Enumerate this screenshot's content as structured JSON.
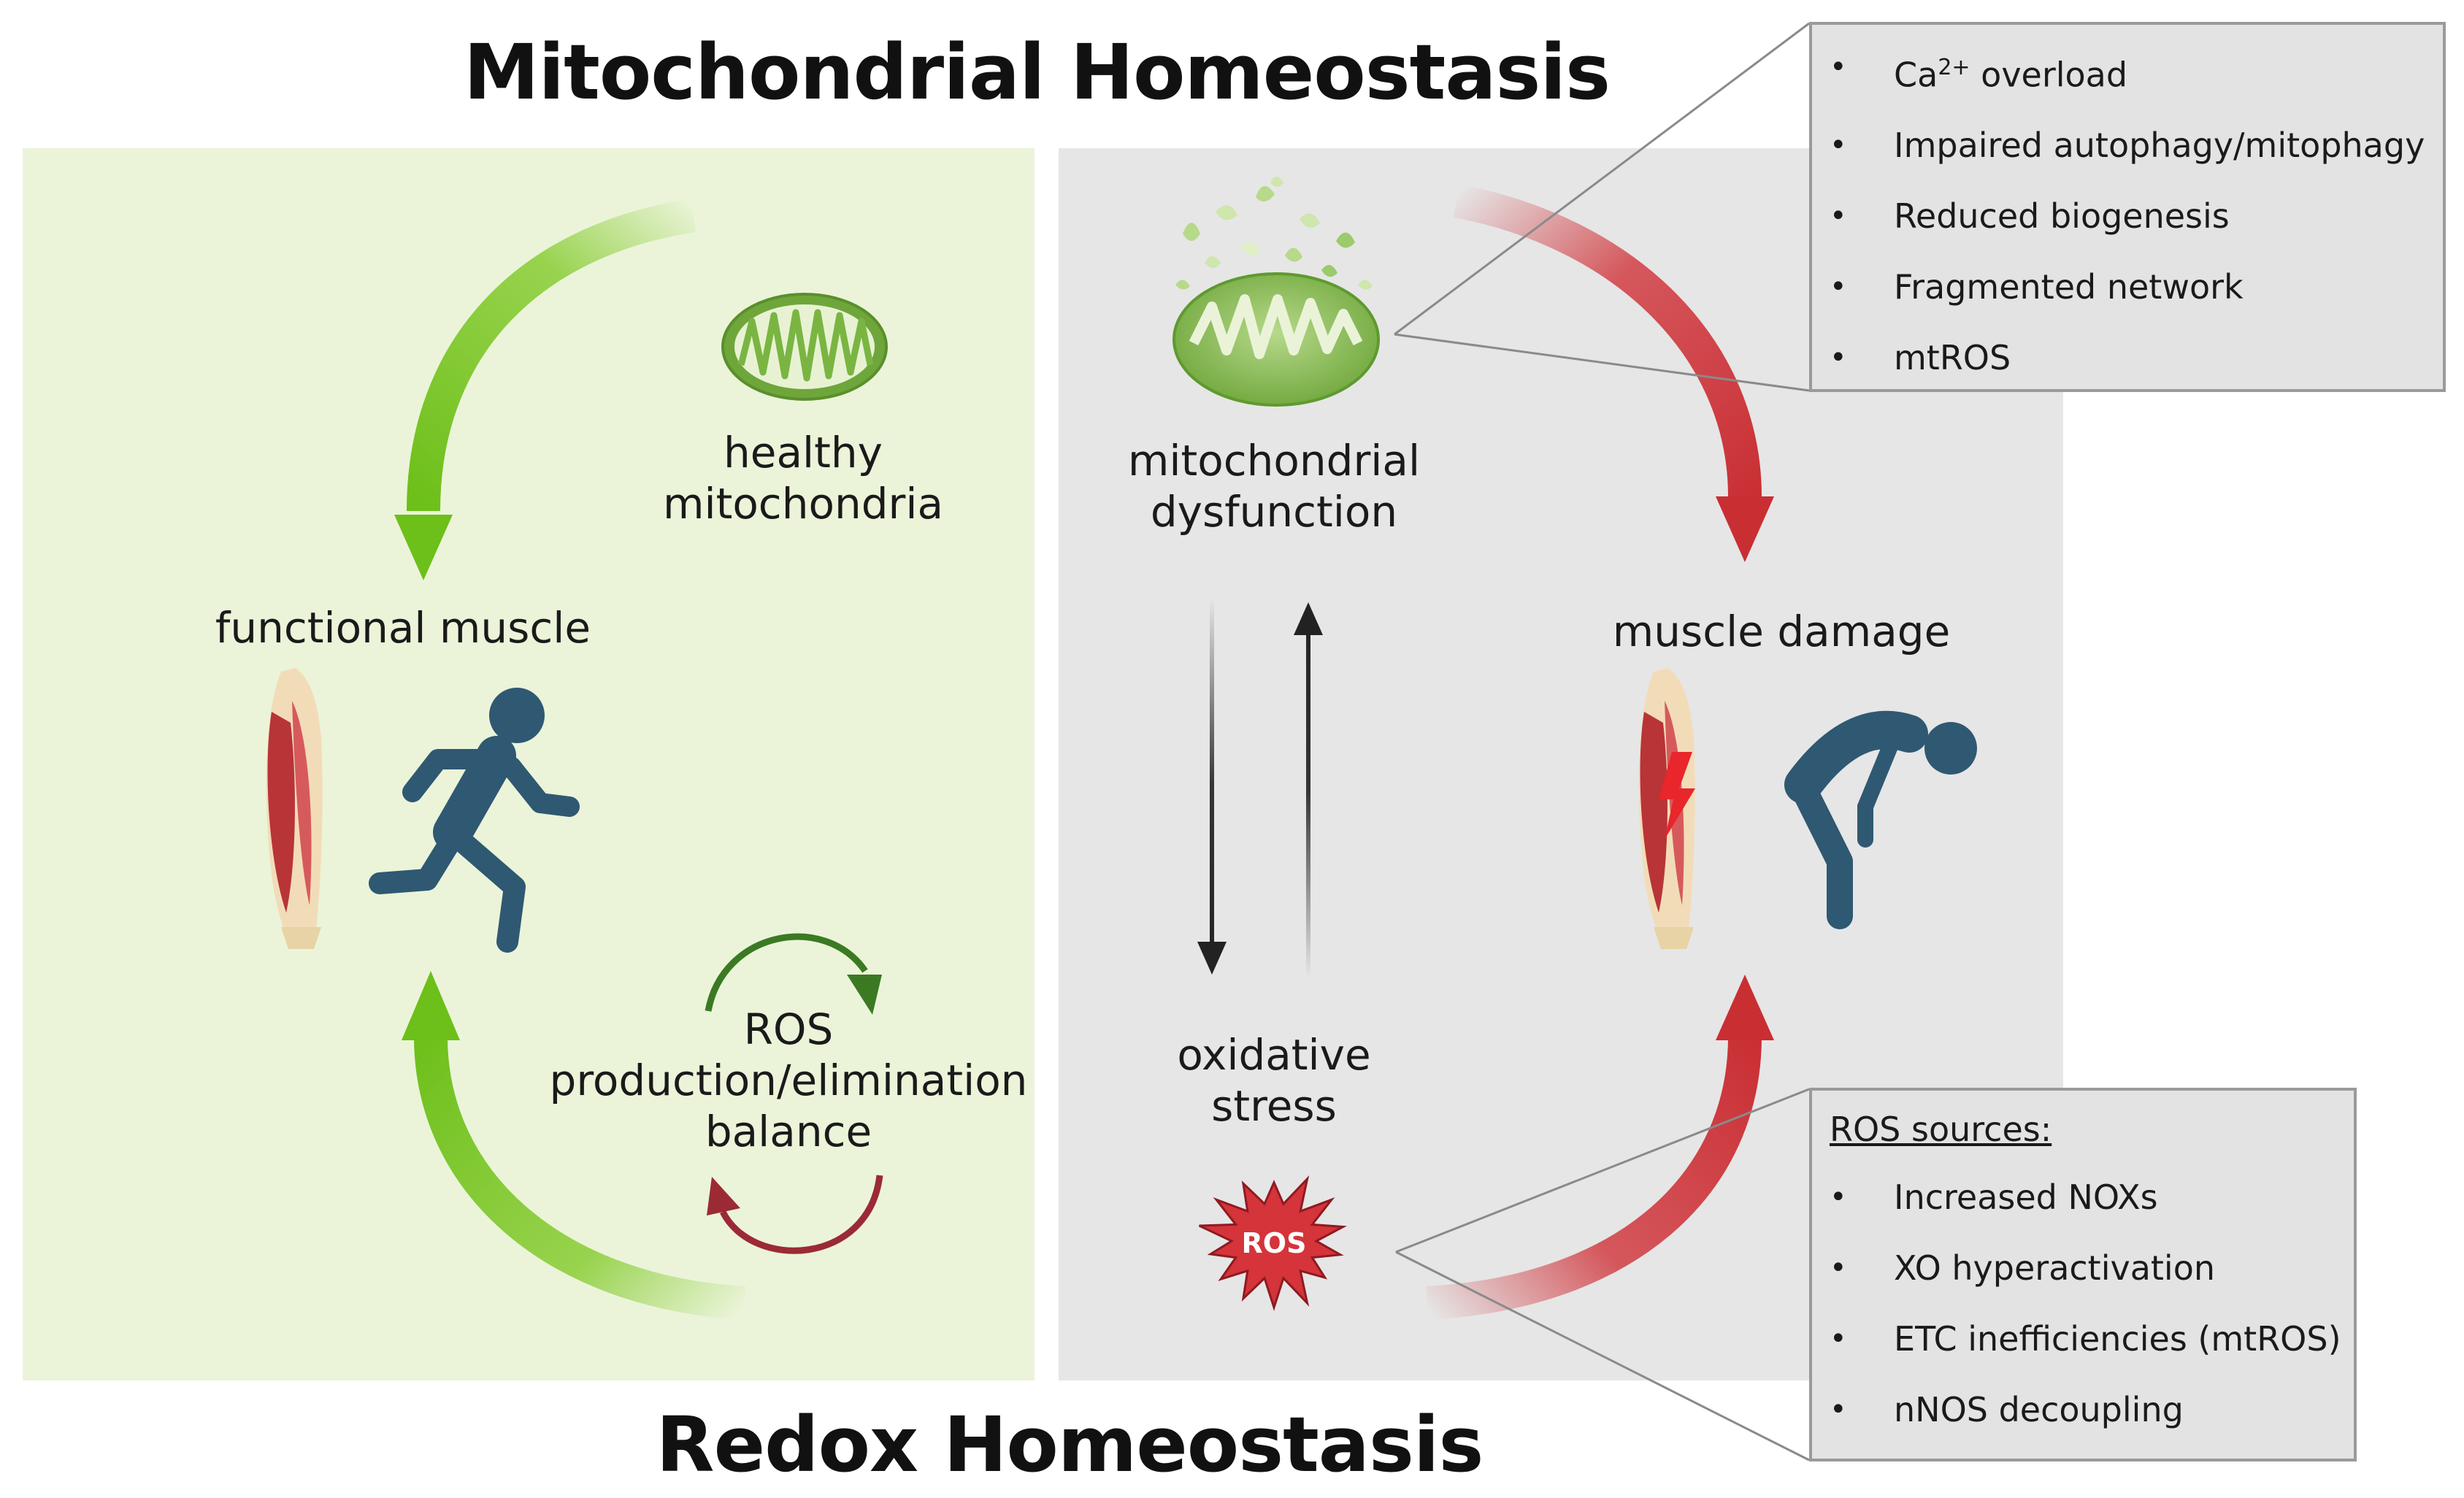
{
  "titles": {
    "top": "Mitochondrial Homeostasis",
    "bottom": "Redox Homeostasis"
  },
  "healthy": {
    "mito_label_line1": "healthy",
    "mito_label_line2": "mitochondria",
    "muscle_label": "functional muscle",
    "ros_line1": "ROS",
    "ros_line2": "production/elimination",
    "ros_line3": "balance"
  },
  "damaged": {
    "mito_label_line1": "mitochondrial",
    "mito_label_line2": "dysfunction",
    "muscle_label": "muscle damage",
    "stress_line1": "oxidative",
    "stress_line2": "stress",
    "ros_badge": "ROS"
  },
  "dysfunction_box": {
    "items": [
      {
        "base": "Ca",
        "sup": "2+",
        "rest": " overload"
      },
      {
        "text": "Impaired autophagy/mitophagy"
      },
      {
        "text": "Reduced biogenesis"
      },
      {
        "text": "Fragmented network"
      },
      {
        "text": "mtROS"
      }
    ]
  },
  "ros_sources_box": {
    "heading": "ROS sources:",
    "items": [
      "Increased NOXs",
      "XO hyperactivation",
      "ETC inefficiencies (mtROS)",
      "nNOS decoupling"
    ]
  },
  "colors": {
    "healthy_bg": "#ebf4d9",
    "damaged_bg": "#e6e6e6",
    "green_arrow": "#7cc820",
    "red_arrow": "#d0343a",
    "figure": "#2f5872"
  }
}
